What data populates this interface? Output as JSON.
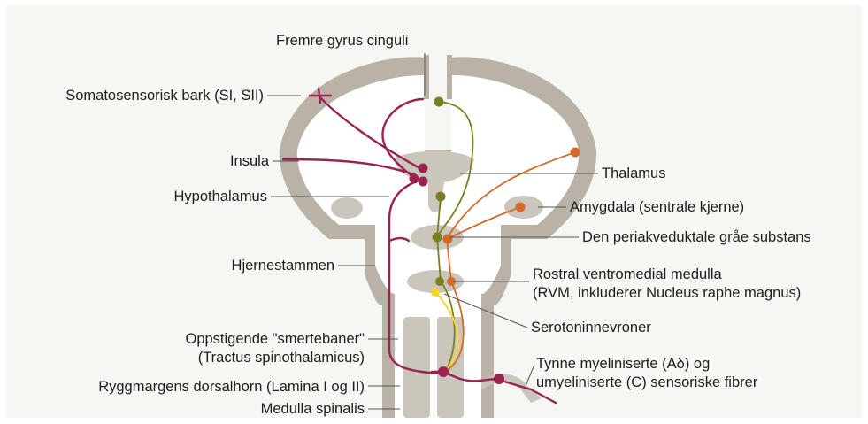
{
  "labels": {
    "fremre_gyrus": "Fremre gyrus cinguli",
    "somatosensorisk": "Somatosensorisk bark (SI, SII)",
    "insula": "Insula",
    "hypothalamus": "Hypothalamus",
    "hjernestammen": "Hjernestammen",
    "oppstigende_1": "Oppstigende \"smertebaner\"",
    "oppstigende_2": "(Tractus spinothalamicus)",
    "dorsalhorn": "Ryggmargens dorsalhorn (Lamina I og II)",
    "medulla_spinalis": "Medulla spinalis",
    "thalamus": "Thalamus",
    "amygdala": "Amygdala (sentrale kjerne)",
    "periakveduktale": "Den periakveduktale gråe substans",
    "rvm_1": "Rostral ventromedial medulla",
    "rvm_2": "(RVM, inkluderer Nucleus raphe magnus)",
    "serotonin": "Serotoninnevroner",
    "fibre_1": "Tynne myeliniserte (Aδ) og",
    "fibre_2": "umyeliniserte (C) sensoriske fibrer"
  },
  "colors": {
    "tissue_outline": "#b9b3a7",
    "tissue_fill": "#ffffff",
    "nucleus": "#cbc6bc",
    "ascending_pathway": "#9b2352",
    "descending_olive": "#7a7f1f",
    "amygdala_orange": "#d5692a",
    "serotonin_yellow": "#f2d634",
    "panel": "#f6f6f3"
  }
}
